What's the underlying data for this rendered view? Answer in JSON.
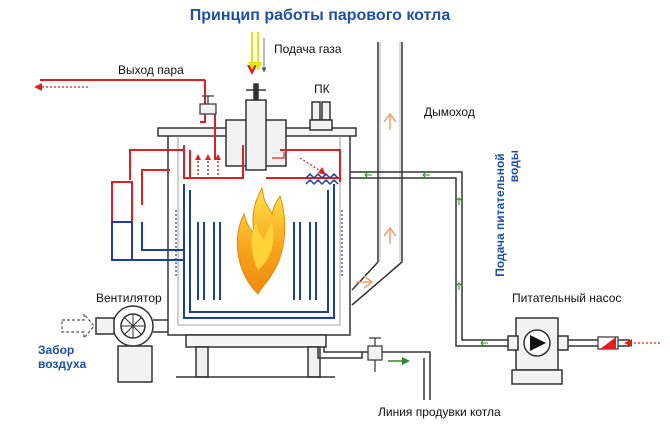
{
  "title": "Принцип работы парового котла",
  "labels": {
    "gas_supply": "Подача газа",
    "steam_out": "Выход пара",
    "pk": "ПК",
    "chimney": "Дымоход",
    "feed_water_line1": "Подача питательной",
    "feed_water_line2": "воды",
    "fan": "Вентилятор",
    "air_intake_line1": "Забор",
    "air_intake_line2": "воздуха",
    "feed_pump": "Питательный насос",
    "blowdown": "Линия продувки котла"
  },
  "colors": {
    "steam": "#e02020",
    "water": "#1c3fa0",
    "outline": "#333333",
    "flame_outer": "#f7a21a",
    "flame_inner": "#ffd23a",
    "gas": "#e6e600",
    "label_accent": "#1f4fa8"
  }
}
